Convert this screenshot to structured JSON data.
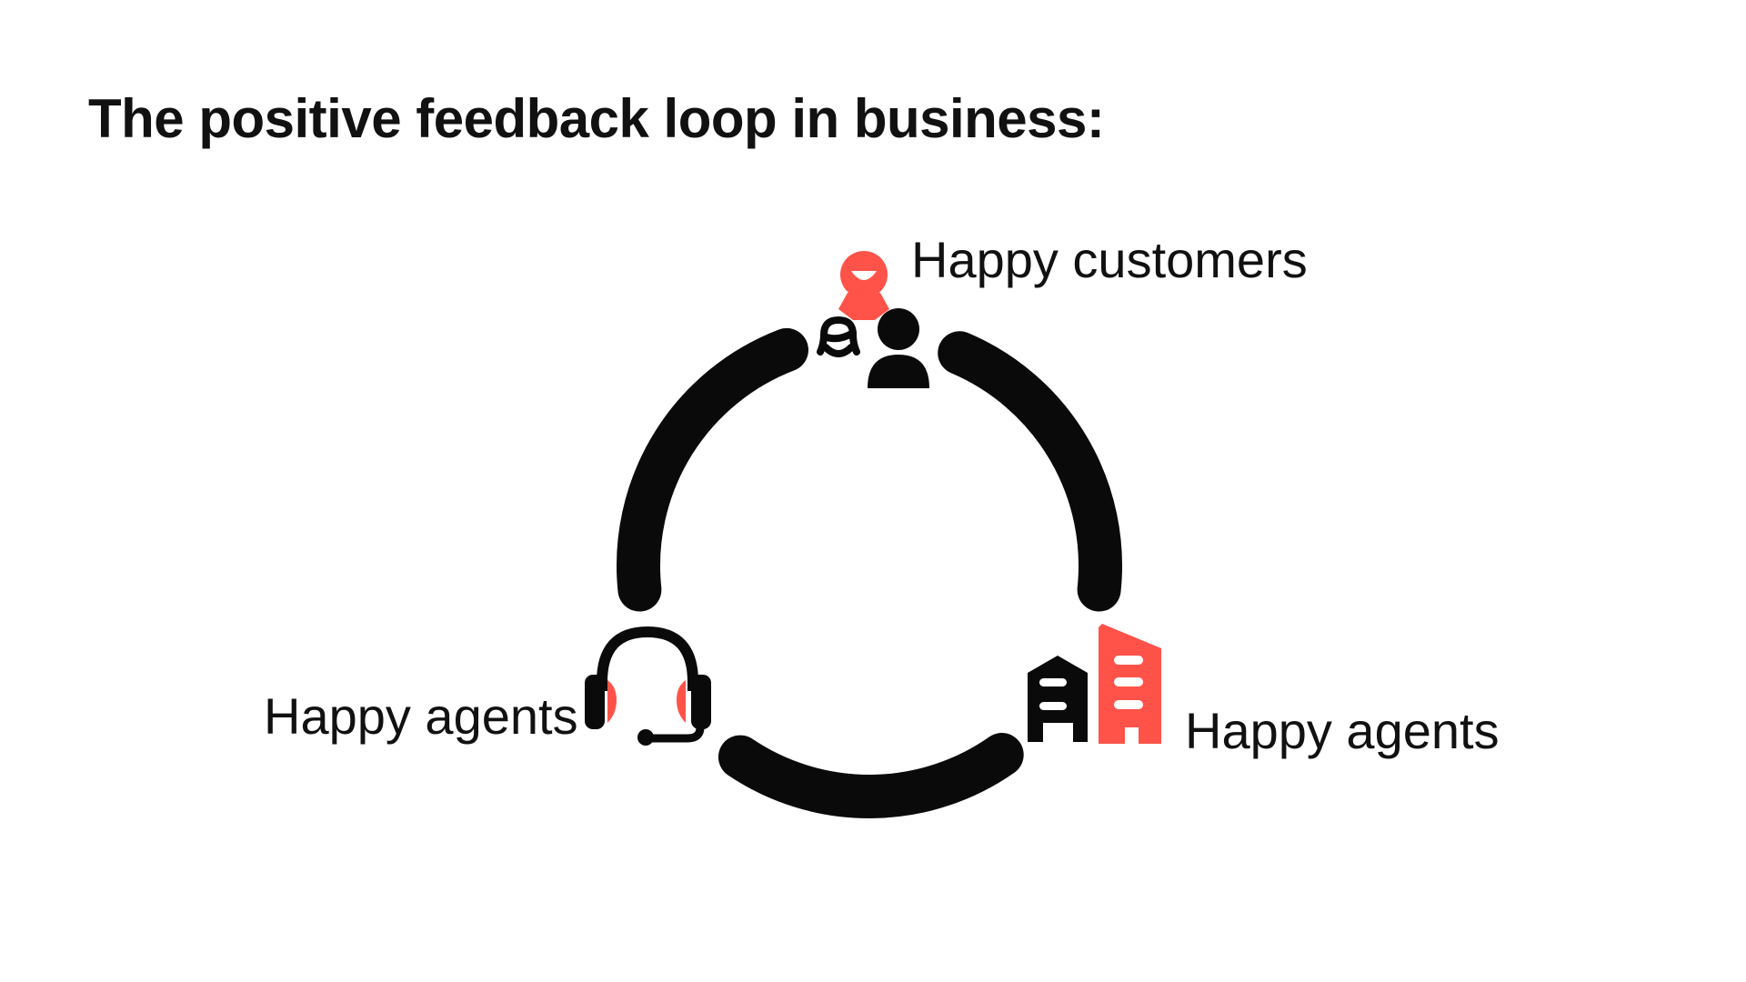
{
  "title": "The positive feedback loop in business:",
  "nodes": [
    {
      "label": "Happy customers",
      "icon": "customers-group-icon"
    },
    {
      "label": "Happy agents",
      "icon": "headset-icon"
    },
    {
      "label": "Happy agents",
      "icon": "buildings-icon"
    }
  ],
  "colors": {
    "accent": "#FF5349",
    "ink": "#0A0A0A"
  }
}
